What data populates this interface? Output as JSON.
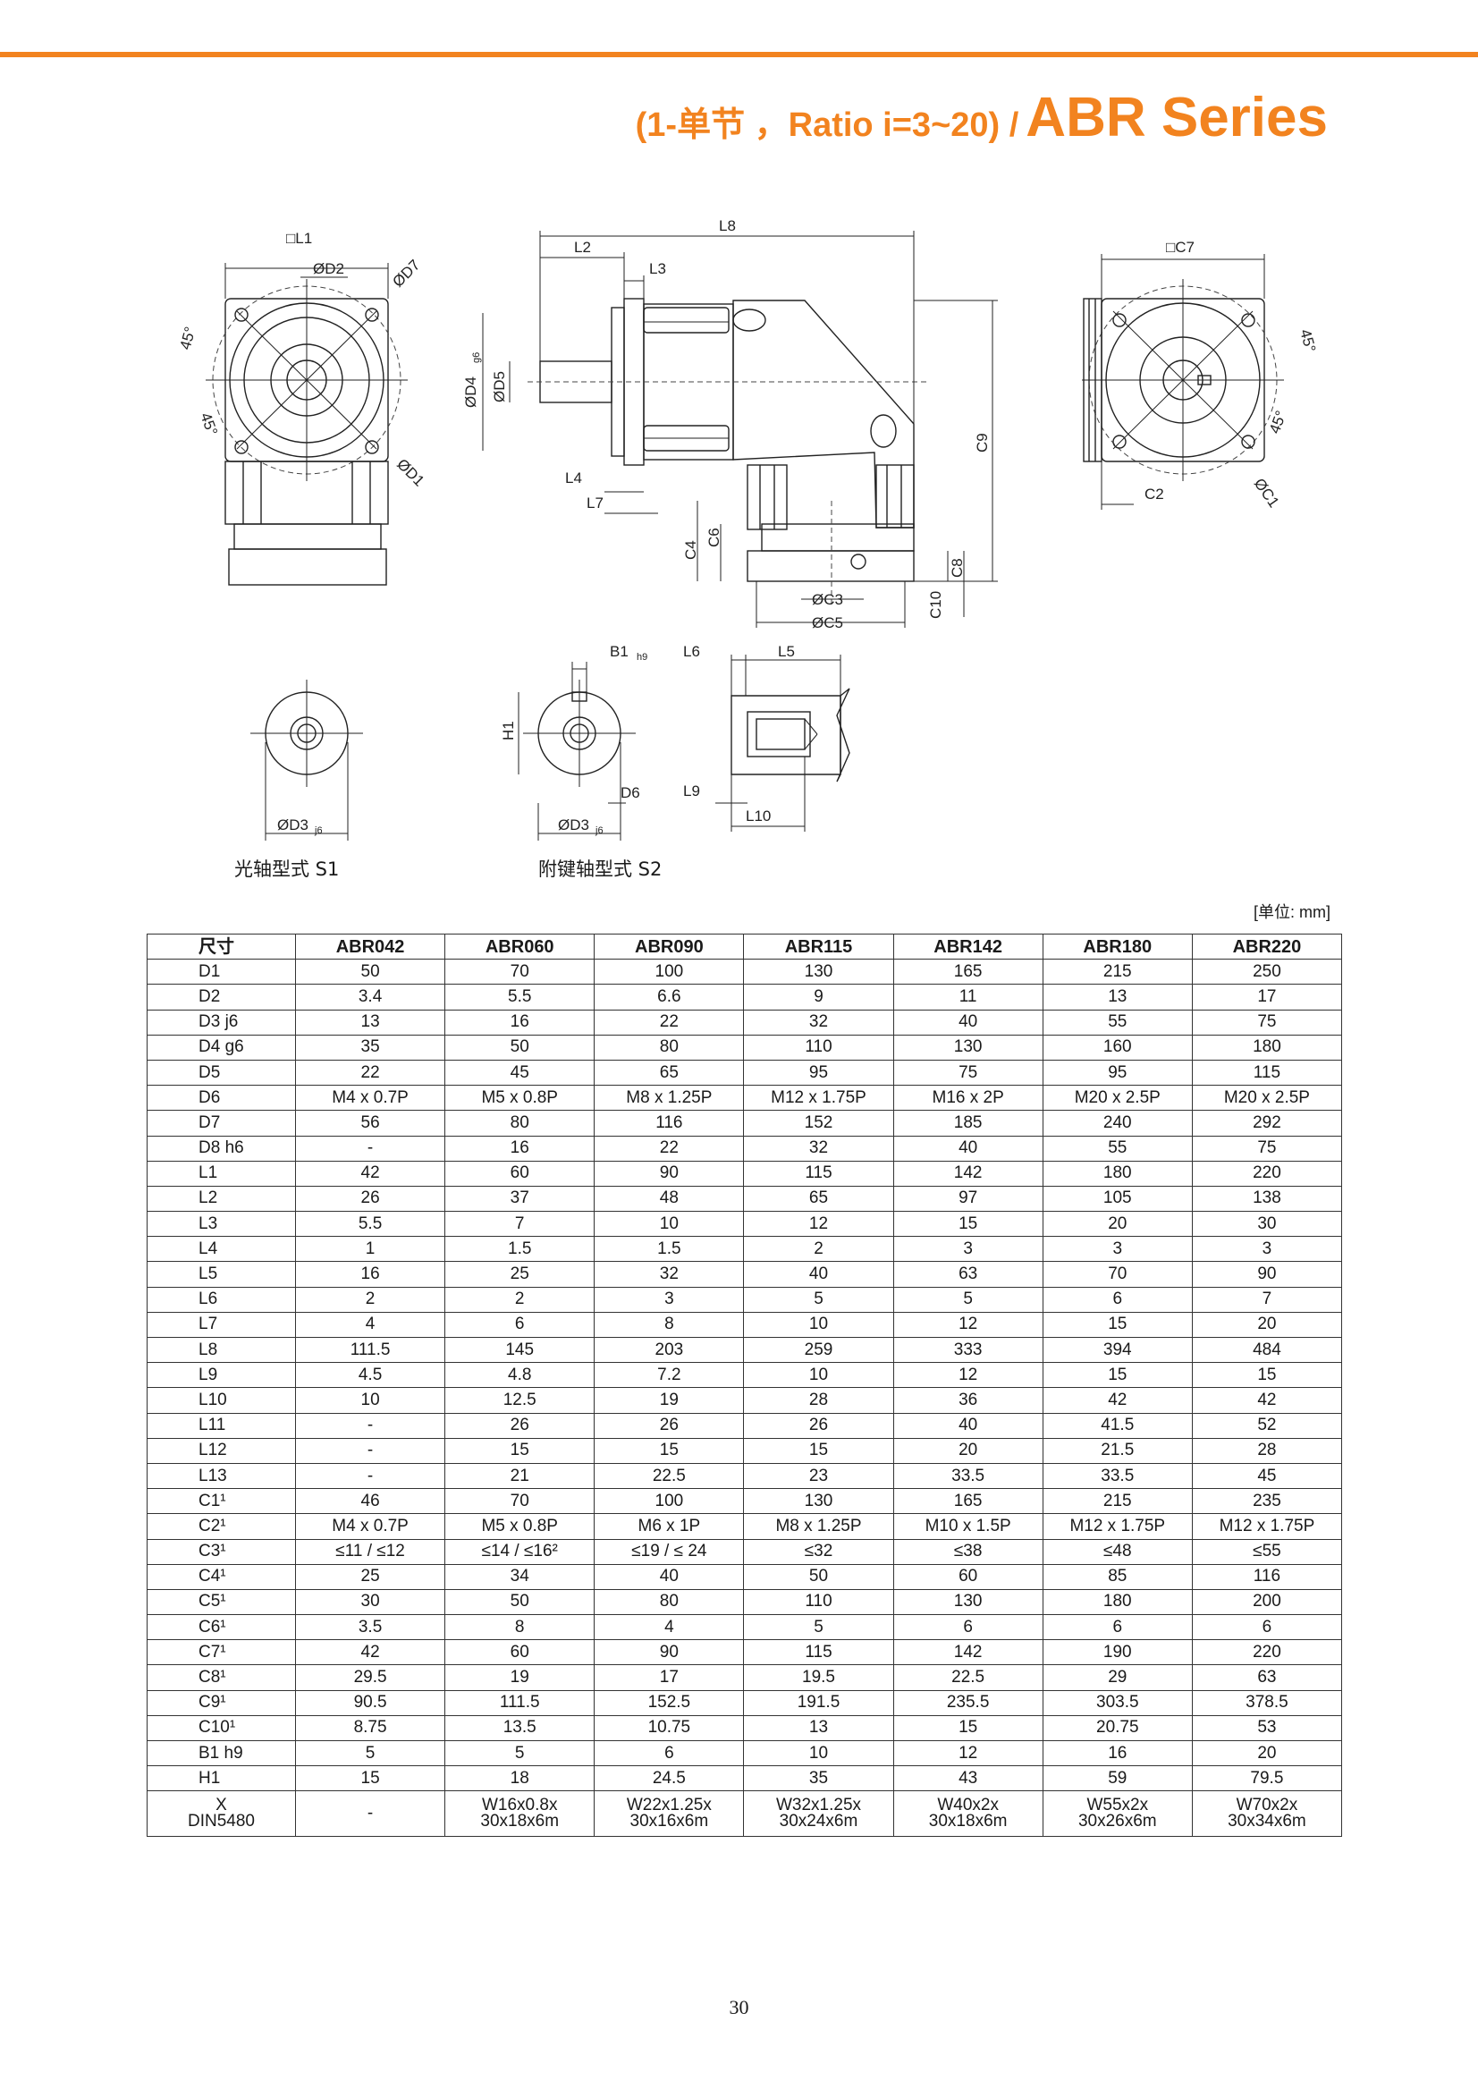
{
  "header": {
    "title_part1": "(1-单节 ，Ratio i=3~20) /",
    "title_part2": "ABR Series"
  },
  "drawing_labels": {
    "L1": "□L1",
    "D2": "ØD2",
    "D7": "ØD7",
    "D1": "ØD1",
    "a45a": "45°",
    "a45b": "45°",
    "L8": "L8",
    "L2": "L2",
    "L3": "L3",
    "D4": "ØD4",
    "D4sub": "g6",
    "D5": "ØD5",
    "L4": "L4",
    "L7": "L7",
    "C9": "C9",
    "C4": "C4",
    "C6": "C6",
    "C8": "C8",
    "C10": "C10",
    "C3": "ØC3",
    "C5": "ØC5",
    "C7": "□C7",
    "C2": "C2",
    "C1": "ØC1",
    "r45a": "45°",
    "r45b": "45°",
    "B1": "B1",
    "B1sub": "h9",
    "L6": "L6",
    "L5": "L5",
    "H1": "H1",
    "D6": "D6",
    "L9": "L9",
    "L10": "L10",
    "D3a": "ØD3",
    "D3asub": "j6",
    "D3b": "ØD3",
    "D3bsub": "j6"
  },
  "captions": {
    "s1": "光轴型式 S1",
    "s2": "附键轴型式 S2"
  },
  "unit_label": "[单位: mm]",
  "table": {
    "headers": [
      "尺寸",
      "ABR042",
      "ABR060",
      "ABR090",
      "ABR115",
      "ABR142",
      "ABR180",
      "ABR220"
    ],
    "rows": [
      [
        "D1",
        "50",
        "70",
        "100",
        "130",
        "165",
        "215",
        "250"
      ],
      [
        "D2",
        "3.4",
        "5.5",
        "6.6",
        "9",
        "11",
        "13",
        "17"
      ],
      [
        "D3  j6",
        "13",
        "16",
        "22",
        "32",
        "40",
        "55",
        "75"
      ],
      [
        "D4 g6",
        "35",
        "50",
        "80",
        "110",
        "130",
        "160",
        "180"
      ],
      [
        "D5",
        "22",
        "45",
        "65",
        "95",
        "75",
        "95",
        "115"
      ],
      [
        "D6",
        "M4 x 0.7P",
        "M5 x 0.8P",
        "M8 x 1.25P",
        "M12 x 1.75P",
        "M16 x 2P",
        "M20 x 2.5P",
        "M20 x 2.5P"
      ],
      [
        "D7",
        "56",
        "80",
        "116",
        "152",
        "185",
        "240",
        "292"
      ],
      [
        "D8 h6",
        "-",
        "16",
        "22",
        "32",
        "40",
        "55",
        "75"
      ],
      [
        "L1",
        "42",
        "60",
        "90",
        "115",
        "142",
        "180",
        "220"
      ],
      [
        "L2",
        "26",
        "37",
        "48",
        "65",
        "97",
        "105",
        "138"
      ],
      [
        "L3",
        "5.5",
        "7",
        "10",
        "12",
        "15",
        "20",
        "30"
      ],
      [
        "L4",
        "1",
        "1.5",
        "1.5",
        "2",
        "3",
        "3",
        "3"
      ],
      [
        "L5",
        "16",
        "25",
        "32",
        "40",
        "63",
        "70",
        "90"
      ],
      [
        "L6",
        "2",
        "2",
        "3",
        "5",
        "5",
        "6",
        "7"
      ],
      [
        "L7",
        "4",
        "6",
        "8",
        "10",
        "12",
        "15",
        "20"
      ],
      [
        "L8",
        "111.5",
        "145",
        "203",
        "259",
        "333",
        "394",
        "484"
      ],
      [
        "L9",
        "4.5",
        "4.8",
        "7.2",
        "10",
        "12",
        "15",
        "15"
      ],
      [
        "L10",
        "10",
        "12.5",
        "19",
        "28",
        "36",
        "42",
        "42"
      ],
      [
        "L11",
        "-",
        "26",
        "26",
        "26",
        "40",
        "41.5",
        "52"
      ],
      [
        "L12",
        "-",
        "15",
        "15",
        "15",
        "20",
        "21.5",
        "28"
      ],
      [
        "L13",
        "-",
        "21",
        "22.5",
        "23",
        "33.5",
        "33.5",
        "45"
      ],
      [
        "C1¹",
        "46",
        "70",
        "100",
        "130",
        "165",
        "215",
        "235"
      ],
      [
        "C2¹",
        "M4 x 0.7P",
        "M5 x 0.8P",
        "M6 x 1P",
        "M8 x 1.25P",
        "M10 x 1.5P",
        "M12 x 1.75P",
        "M12 x 1.75P"
      ],
      [
        "C3¹",
        "≤11 / ≤12",
        "≤14 / ≤16²",
        "≤19 / ≤ 24",
        "≤32",
        "≤38",
        "≤48",
        "≤55"
      ],
      [
        "C4¹",
        "25",
        "34",
        "40",
        "50",
        "60",
        "85",
        "116"
      ],
      [
        "C5¹",
        "30",
        "50",
        "80",
        "110",
        "130",
        "180",
        "200"
      ],
      [
        "C6¹",
        "3.5",
        "8",
        "4",
        "5",
        "6",
        "6",
        "6"
      ],
      [
        "C7¹",
        "42",
        "60",
        "90",
        "115",
        "142",
        "190",
        "220"
      ],
      [
        "C8¹",
        "29.5",
        "19",
        "17",
        "19.5",
        "22.5",
        "29",
        "63"
      ],
      [
        "C9¹",
        "90.5",
        "111.5",
        "152.5",
        "191.5",
        "235.5",
        "303.5",
        "378.5"
      ],
      [
        "C10¹",
        "8.75",
        "13.5",
        "10.75",
        "13",
        "15",
        "20.75",
        "53"
      ],
      [
        "B1 h9",
        "5",
        "5",
        "6",
        "10",
        "12",
        "16",
        "20"
      ],
      [
        "H1",
        "15",
        "18",
        "24.5",
        "35",
        "43",
        "59",
        "79.5"
      ]
    ],
    "last_row": {
      "key_line1": "X",
      "key_line2": "DIN5480",
      "cells": [
        [
          "-",
          ""
        ],
        [
          "W16x0.8x",
          "30x18x6m"
        ],
        [
          "W22x1.25x",
          "30x16x6m"
        ],
        [
          "W32x1.25x",
          "30x24x6m"
        ],
        [
          "W40x2x",
          "30x18x6m"
        ],
        [
          "W55x2x",
          "30x26x6m"
        ],
        [
          "W70x2x",
          "30x34x6m"
        ]
      ]
    }
  },
  "page_number": "30",
  "colors": {
    "accent": "#f2831f"
  }
}
